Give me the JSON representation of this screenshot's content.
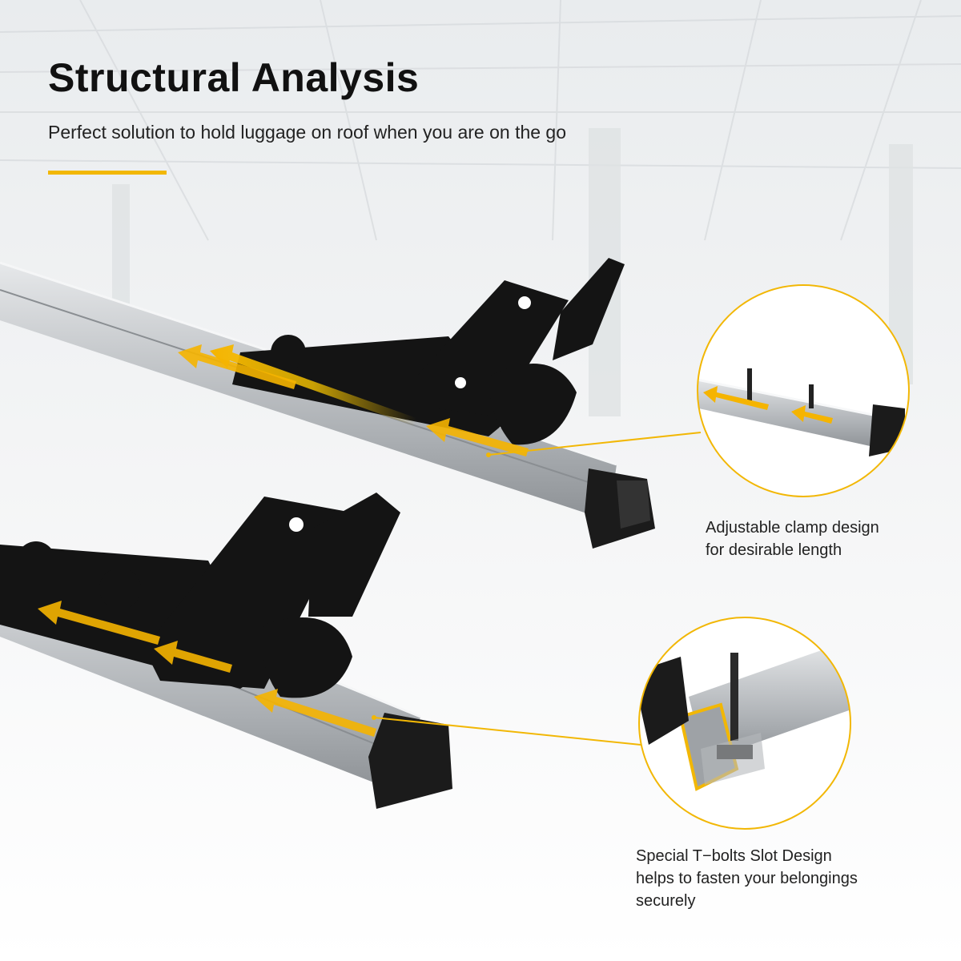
{
  "header": {
    "title": "Structural Analysis",
    "subtitle": "Perfect solution to hold luggage on roof when you are on the go"
  },
  "callouts": [
    {
      "lines": [
        "Adjustable clamp design",
        "for desirable length"
      ]
    },
    {
      "lines": [
        "Special T−bolts Slot Design",
        "helps to fasten your belongings",
        "securely"
      ]
    }
  ],
  "colors": {
    "accent": "#f2b705",
    "bar": "#c9ccd1",
    "clamp": "#111111"
  }
}
